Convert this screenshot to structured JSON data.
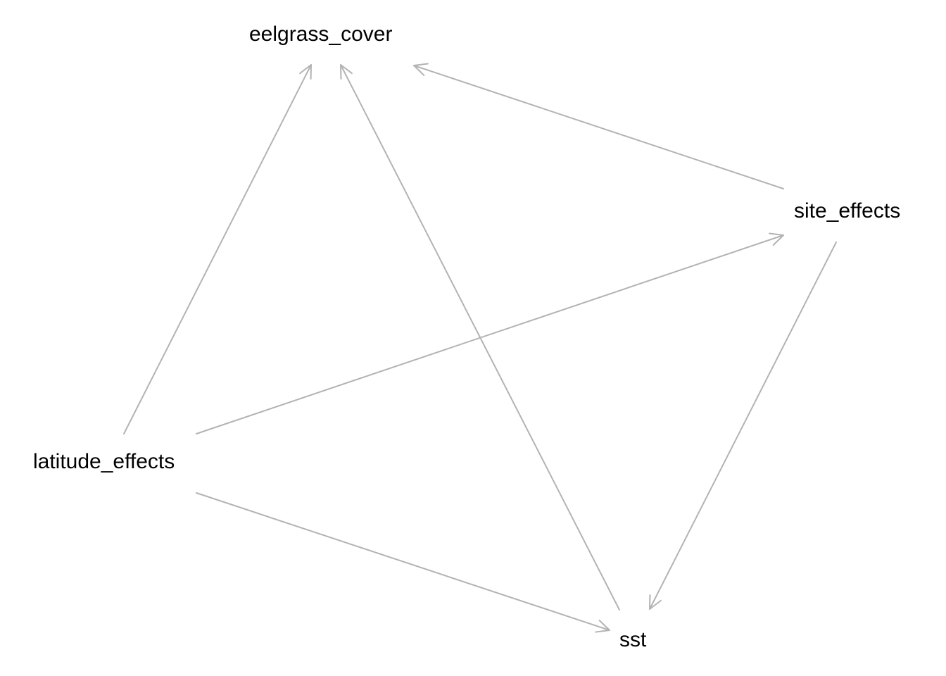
{
  "diagram": {
    "type": "directed-graph",
    "edge_color": "#b3b3b3",
    "label_color": "#000000",
    "nodes": [
      {
        "id": "eelgrass_cover",
        "label": "eelgrass_cover"
      },
      {
        "id": "site_effects",
        "label": "site_effects"
      },
      {
        "id": "latitude_effects",
        "label": "latitude_effects"
      },
      {
        "id": "sst",
        "label": "sst"
      }
    ],
    "edges": [
      {
        "from": "latitude_effects",
        "to": "eelgrass_cover"
      },
      {
        "from": "sst",
        "to": "eelgrass_cover"
      },
      {
        "from": "site_effects",
        "to": "eelgrass_cover"
      },
      {
        "from": "latitude_effects",
        "to": "site_effects"
      },
      {
        "from": "latitude_effects",
        "to": "sst"
      },
      {
        "from": "site_effects",
        "to": "sst"
      }
    ]
  }
}
